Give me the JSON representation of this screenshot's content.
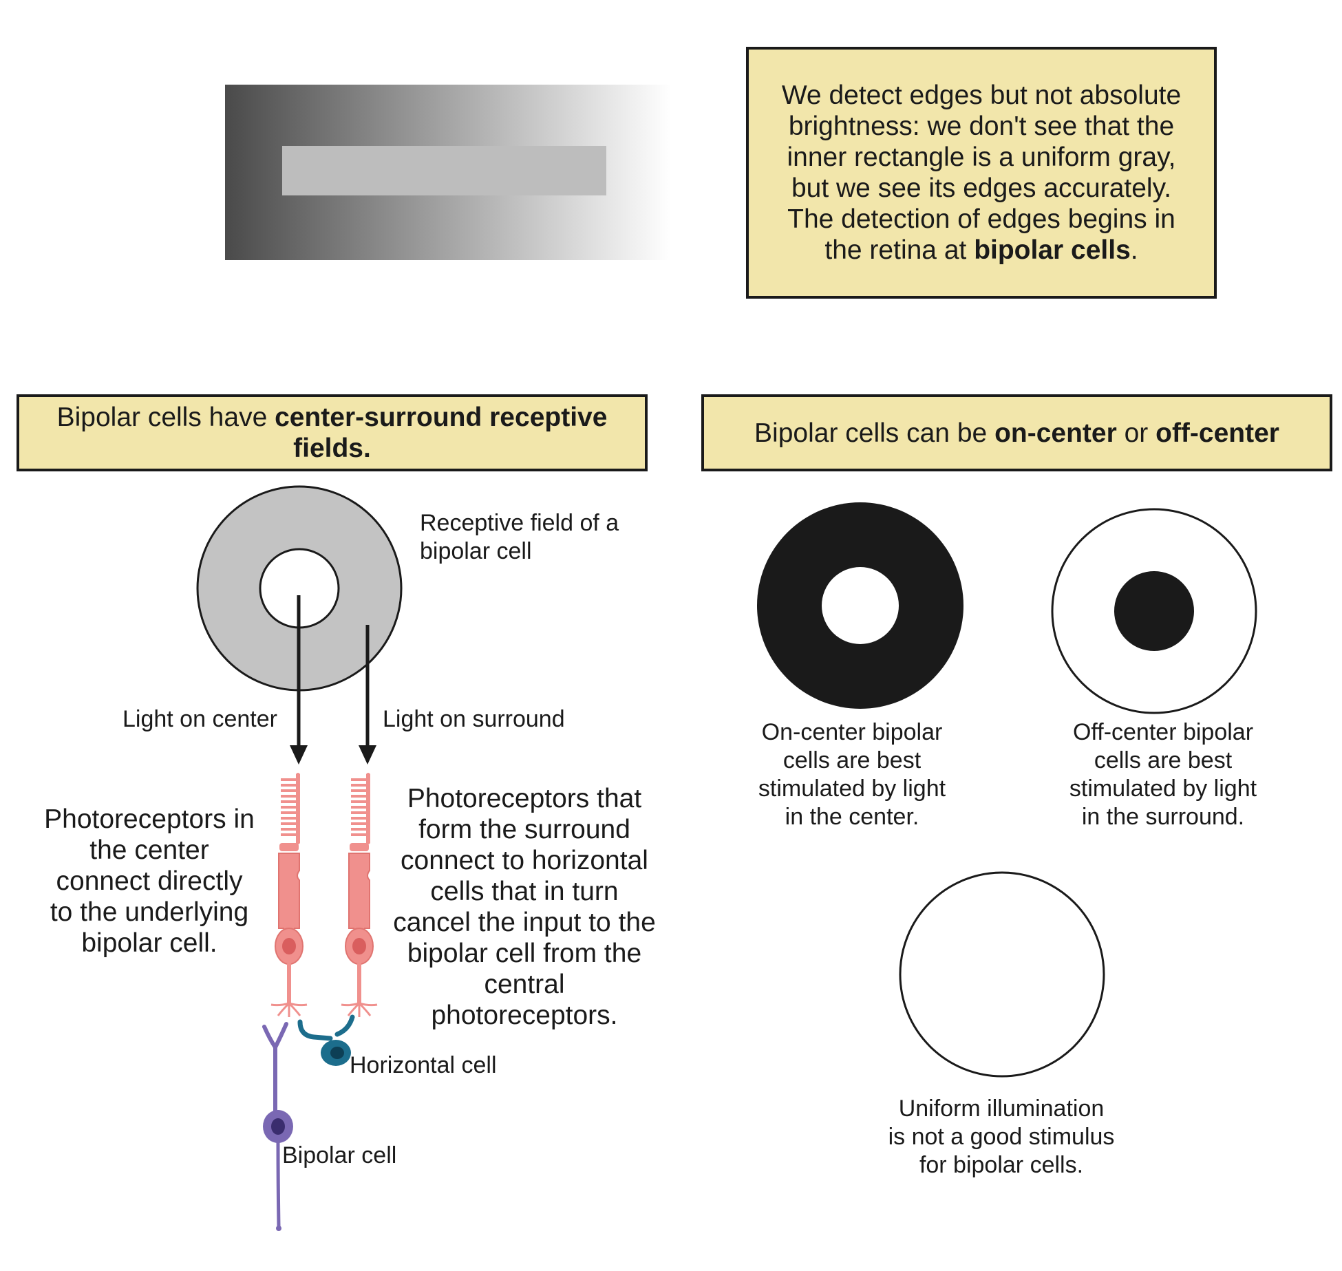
{
  "colors": {
    "box_fill": "#f2e6ab",
    "photoreceptor": "#f0908d",
    "photoreceptor_nucleus": "#d95e5e",
    "horizontal_cell": "#1c6d8c",
    "bipolar_cell": "#7a68b3",
    "bipolar_nucleus": "#3a2d6e",
    "surround_gray": "#c3c3c3",
    "inner_gray": "#bdbdbd"
  },
  "intro_box": {
    "text_before": "We detect edges but not absolute brightness: we don't see that the inner rectangle is a uniform gray, but we see its edges accurately. The detection of edges begins in the retina at ",
    "bold": "bipolar cells",
    "text_after": "."
  },
  "left_panel": {
    "heading": {
      "text_before": "Bipolar cells have ",
      "bold": "center-surround receptive fields."
    },
    "receptive_field_label": "Receptive field of a bipolar cell",
    "light_on_center": "Light on center",
    "light_on_surround": "Light on surround",
    "center_text": "Photoreceptors in the center connect directly to the underlying bipolar cell.",
    "surround_text": "Photoreceptors that form the surround connect to horizontal cells that in turn cancel the input to the bipolar cell from the central photoreceptors.",
    "horizontal_cell_label": "Horizontal cell",
    "bipolar_cell_label": "Bipolar cell"
  },
  "right_panel": {
    "heading": {
      "text_before": "Bipolar cells can be ",
      "bold1": "on-center",
      "text_mid": " or ",
      "bold2": "off-center"
    },
    "on_center_caption": "On-center bipolar cells are best stimulated by light in the center.",
    "off_center_caption": "Off-center bipolar cells are best stimulated by light in the surround.",
    "uniform_caption": "Uniform illumination is not a good stimulus for bipolar cells."
  }
}
